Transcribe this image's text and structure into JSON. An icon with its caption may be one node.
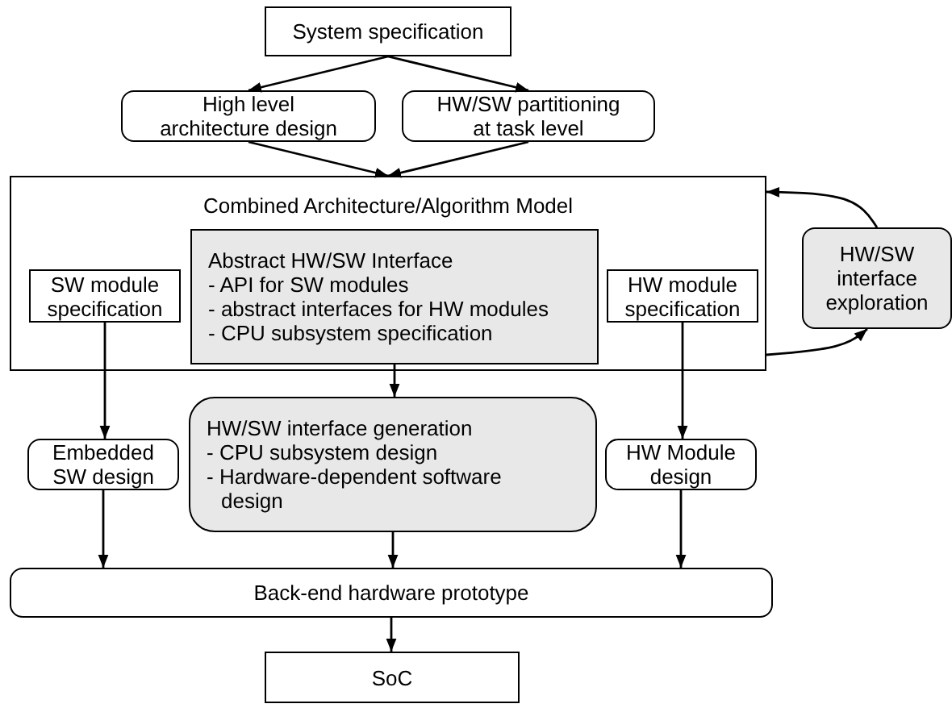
{
  "diagram": {
    "nodes": [
      {
        "text": [
          "System specification"
        ]
      },
      {
        "text": [
          "High level architecture design"
        ]
      },
      {
        "text": [
          "HW/SW partitioning at task level"
        ]
      },
      {
        "text": [
          "Combined Architecture/Algorithm Model"
        ]
      },
      {
        "text": [
          "SW module specification"
        ],
        "in": 3
      },
      {
        "text": [
          "Abstract HW/SW Interface",
          "- API for SW modules",
          "- abstract interfaces for HW modules",
          "- CPU subsystem specification"
        ],
        "in": 3
      },
      {
        "text": [
          "HW module specification"
        ],
        "in": 3
      },
      {
        "text": [
          "HW/SW interface exploration"
        ]
      },
      {
        "text": [
          "Embedded SW design"
        ]
      },
      {
        "text": [
          "HW/SW interface generation",
          "- CPU subsystem design",
          "- Hardware-dependent software design"
        ]
      },
      {
        "text": [
          "HW Module design"
        ]
      },
      {
        "text": [
          "Back-end hardware prototype"
        ]
      },
      {
        "text": [
          "SoC"
        ]
      }
    ],
    "edges": [
      {
        "from": 0,
        "to": 1,
        "arrow": "to"
      },
      {
        "from": 0,
        "to": 2,
        "arrow": "to"
      },
      {
        "from": 1,
        "to": 3,
        "arrow": "to"
      },
      {
        "from": 2,
        "to": 3,
        "arrow": "to"
      },
      {
        "from": 7,
        "to": 3,
        "arrow": "to"
      },
      {
        "from": 3,
        "to": 7,
        "arrow": "to"
      },
      {
        "from": 4,
        "to": 8,
        "arrow": "to"
      },
      {
        "from": 5,
        "to": 9,
        "arrow": "to"
      },
      {
        "from": 6,
        "to": 10,
        "arrow": "to"
      },
      {
        "from": 8,
        "to": 11,
        "arrow": "to"
      },
      {
        "from": 9,
        "to": 11,
        "arrow": "to"
      },
      {
        "from": 10,
        "to": 11,
        "arrow": "to"
      },
      {
        "from": 11,
        "to": 12,
        "arrow": "to"
      }
    ]
  }
}
